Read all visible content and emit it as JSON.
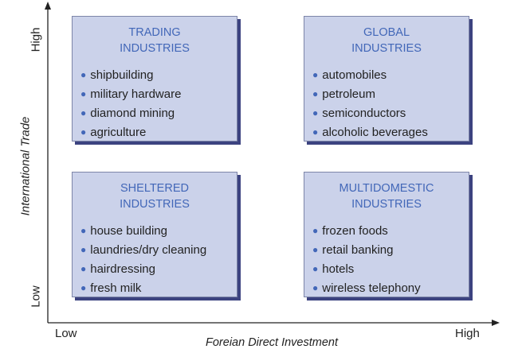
{
  "axes": {
    "y_label": "International Trade",
    "y_high": "High",
    "y_low": "Low",
    "x_label": "Foreian Direct Investment",
    "x_low": "Low",
    "x_high": "High"
  },
  "quadrants": {
    "trading": {
      "title_line1": "TRADING",
      "title_line2": "INDUSTRIES",
      "items": [
        "shipbuilding",
        "military hardware",
        "diamond mining",
        "agriculture"
      ]
    },
    "global": {
      "title_line1": "GLOBAL",
      "title_line2": "INDUSTRIES",
      "items": [
        "automobiles",
        "petroleum",
        "semiconductors",
        "alcoholic beverages"
      ]
    },
    "sheltered": {
      "title_line1": "SHELTERED",
      "title_line2": "INDUSTRIES",
      "items": [
        "house building",
        "laundries/dry cleaning",
        "hairdressing",
        "fresh milk"
      ]
    },
    "multidomestic": {
      "title_line1": "MULTIDOMESTIC",
      "title_line2": "INDUSTRIES",
      "items": [
        "frozen foods",
        "retail banking",
        "hotels",
        "wireless telephony"
      ]
    }
  },
  "colors": {
    "box_fill": "#cbd2ea",
    "box_shadow": "#3c4380",
    "title_text": "#4267b8"
  }
}
